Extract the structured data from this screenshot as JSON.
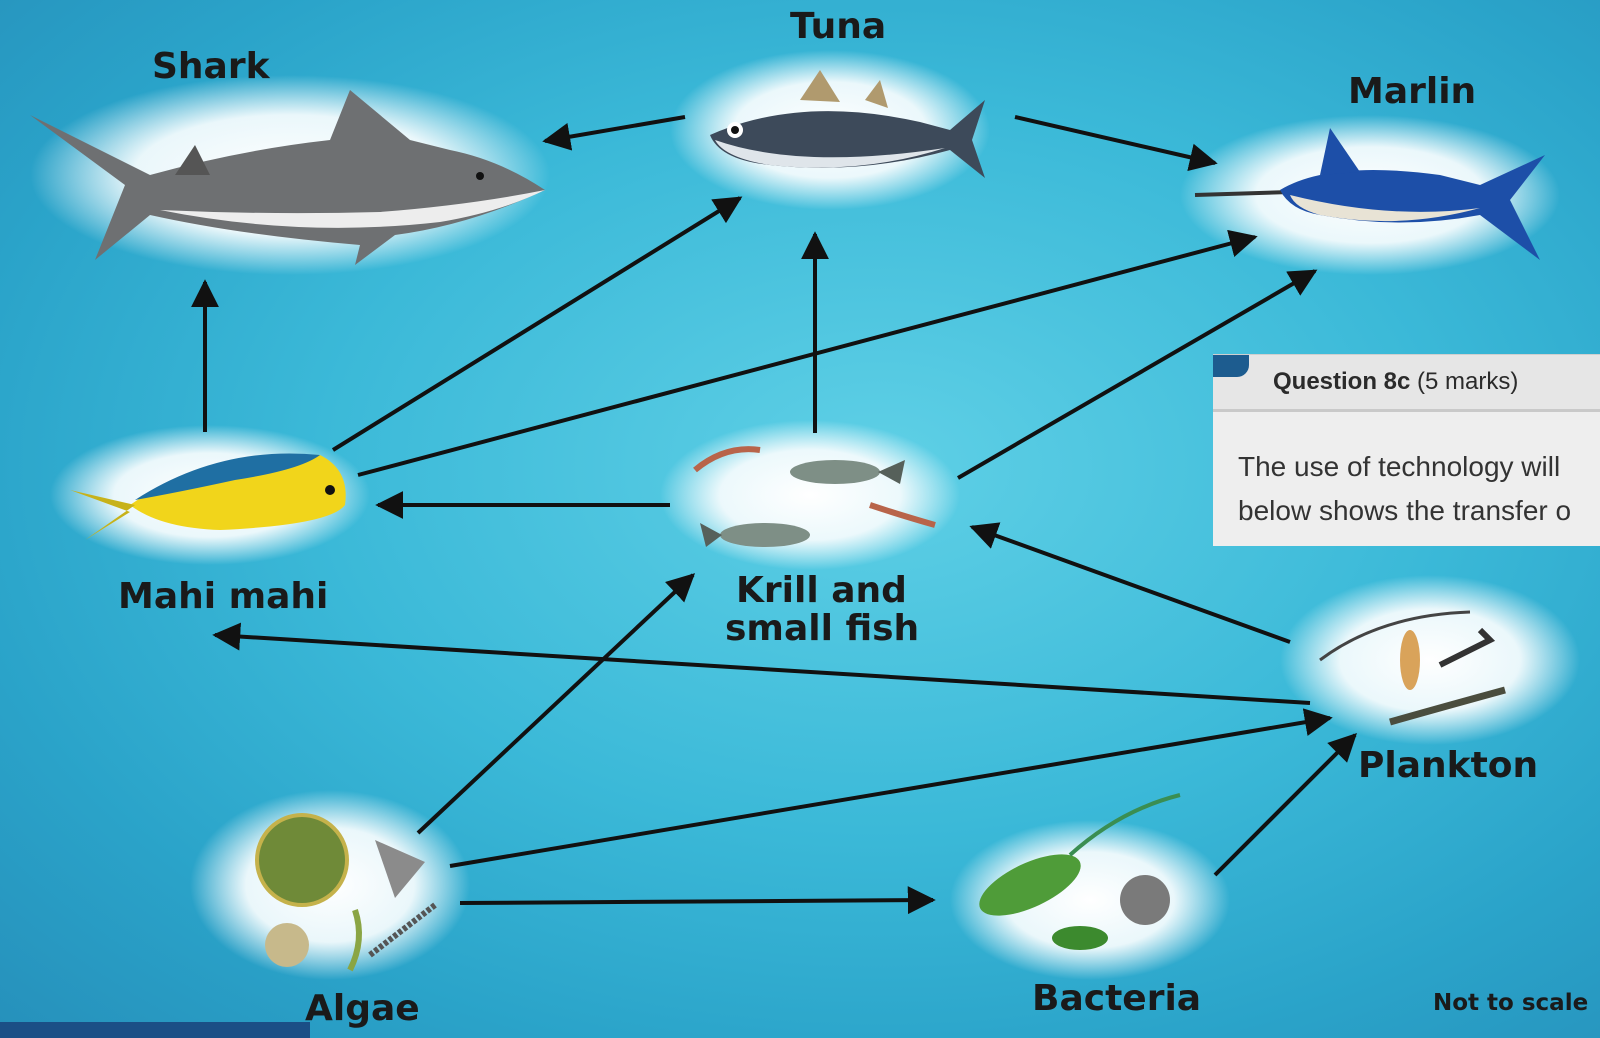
{
  "nodes": {
    "shark": "Shark",
    "tuna": "Tuna",
    "marlin": "Marlin",
    "mahi_mahi": "Mahi mahi",
    "krill_line1": "Krill and",
    "krill_line2": "small fish",
    "plankton": "Plankton",
    "algae": "Algae",
    "bacteria": "Bacteria"
  },
  "footnote": "Not to scale",
  "question": {
    "title": "Question 8c",
    "marks": "(5 marks)",
    "line1": "The use of technology will",
    "line2": "below shows the transfer o"
  },
  "links": [
    {
      "from": "tuna",
      "to": "shark"
    },
    {
      "from": "tuna",
      "to": "marlin"
    },
    {
      "from": "mahi_mahi",
      "to": "shark"
    },
    {
      "from": "mahi_mahi",
      "to": "tuna"
    },
    {
      "from": "mahi_mahi",
      "to": "marlin"
    },
    {
      "from": "krill_and_small_fish",
      "to": "tuna"
    },
    {
      "from": "krill_and_small_fish",
      "to": "mahi_mahi"
    },
    {
      "from": "krill_and_small_fish",
      "to": "marlin"
    },
    {
      "from": "plankton",
      "to": "krill_and_small_fish"
    },
    {
      "from": "plankton",
      "to": "mahi_mahi"
    },
    {
      "from": "algae",
      "to": "krill_and_small_fish"
    },
    {
      "from": "algae",
      "to": "plankton"
    },
    {
      "from": "algae",
      "to": "bacteria"
    },
    {
      "from": "bacteria",
      "to": "plankton"
    }
  ],
  "colors": {
    "arrow": "#111111",
    "water": "#3bb9d8",
    "halo": "#ffffff"
  }
}
